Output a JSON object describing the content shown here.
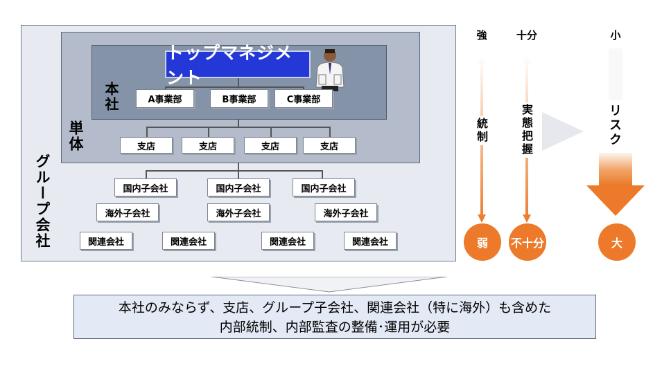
{
  "group": {
    "label": "グループ会社",
    "subsidiaries": [
      {
        "label": "国内子会社"
      },
      {
        "label": "国内子会社"
      },
      {
        "label": "国内子会社"
      },
      {
        "label": "海外子会社"
      },
      {
        "label": "海外子会社"
      },
      {
        "label": "海外子会社"
      },
      {
        "label": "関連会社"
      },
      {
        "label": "関連会社"
      },
      {
        "label": "関連会社"
      },
      {
        "label": "関連会社"
      }
    ]
  },
  "single": {
    "label": "単体",
    "branches": [
      {
        "label": "支店"
      },
      {
        "label": "支店"
      },
      {
        "label": "支店"
      },
      {
        "label": "支店"
      }
    ]
  },
  "hq": {
    "label": "本社",
    "top_management": "トップマネジメント",
    "divisions": [
      {
        "label": "A事業部"
      },
      {
        "label": "B事業部"
      },
      {
        "label": "C事業部"
      }
    ]
  },
  "indicators": {
    "control": {
      "top": "強",
      "middle": "統制",
      "bottom": "弱"
    },
    "grasp": {
      "top": "十分",
      "middle": "実態把握",
      "bottom": "不十分"
    },
    "risk": {
      "top": "小",
      "middle": "リスク",
      "bottom": "大"
    }
  },
  "conclusion": {
    "line1": "本社のみならず、支店、グループ子会社、関連会社（特に海外）も含めた",
    "line2": "内部統制、内部監査の整備･運用が必要"
  },
  "colors": {
    "top_management_bg": "#2438d8",
    "accent_orange": "#ec7a2a",
    "group_bg": "#e7ebf1",
    "single_bg": "#b4bccb",
    "hq_bg": "#8593a9"
  }
}
